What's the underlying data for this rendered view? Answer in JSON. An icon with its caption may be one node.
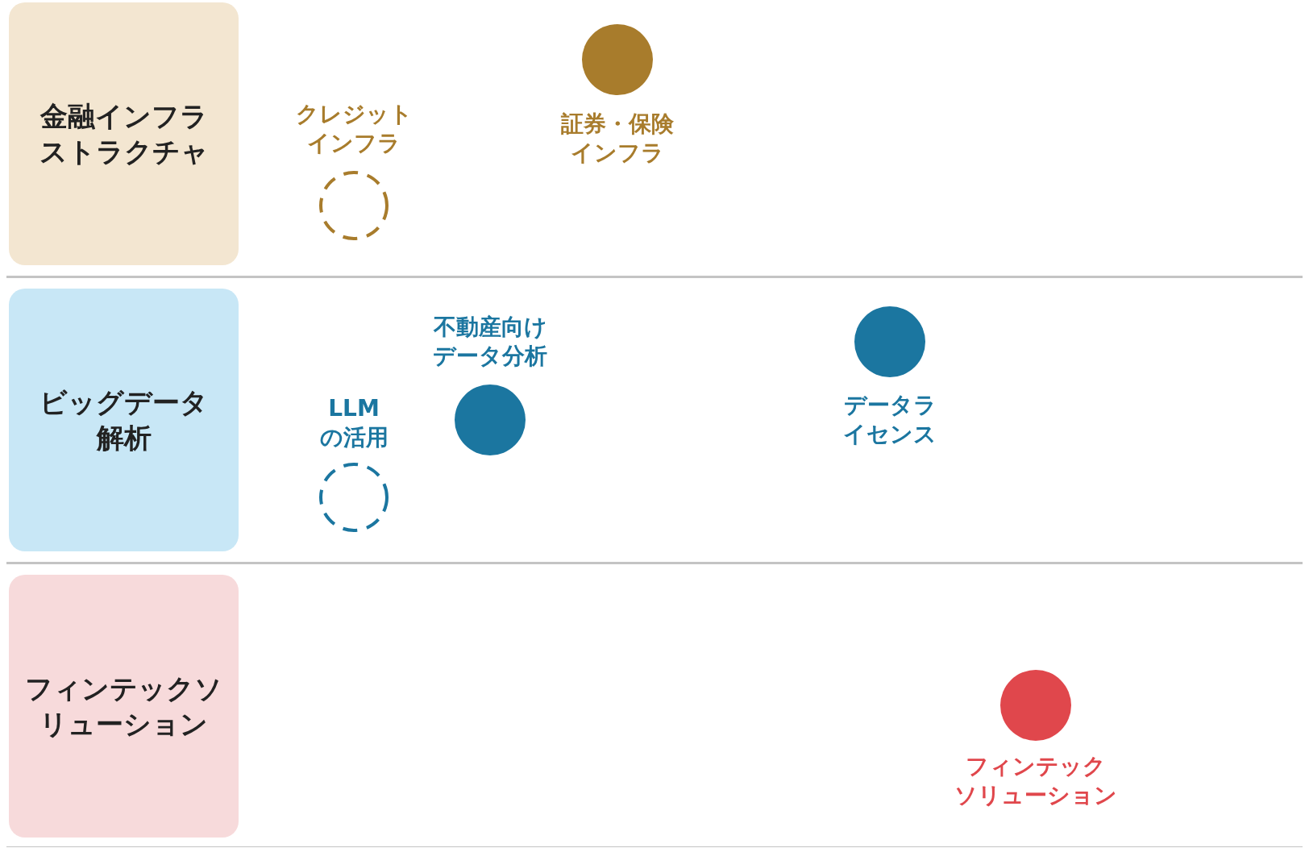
{
  "diagram": {
    "nodes": [
      {
        "text": [
          "金融インフラストラクチャ"
        ]
      },
      {
        "text": [],
        "shape": "circle",
        "beside": [
          "クレジットインフラ"
        ]
      },
      {
        "text": [],
        "shape": "circle",
        "beside": [
          "証券・保険インフラ"
        ]
      },
      {
        "text": [
          "ビッグデータ解析"
        ]
      },
      {
        "text": [],
        "shape": "circle",
        "beside": [
          "LLMの活用"
        ]
      },
      {
        "text": [],
        "shape": "circle",
        "beside": [
          "不動産向けデータ分析"
        ]
      },
      {
        "text": [],
        "shape": "circle",
        "beside": [
          "データライセンス"
        ]
      },
      {
        "text": [
          "フィンテックソリューション"
        ]
      },
      {
        "text": [],
        "shape": "circle",
        "beside": [
          "フィンテックソリューション"
        ]
      }
    ]
  }
}
